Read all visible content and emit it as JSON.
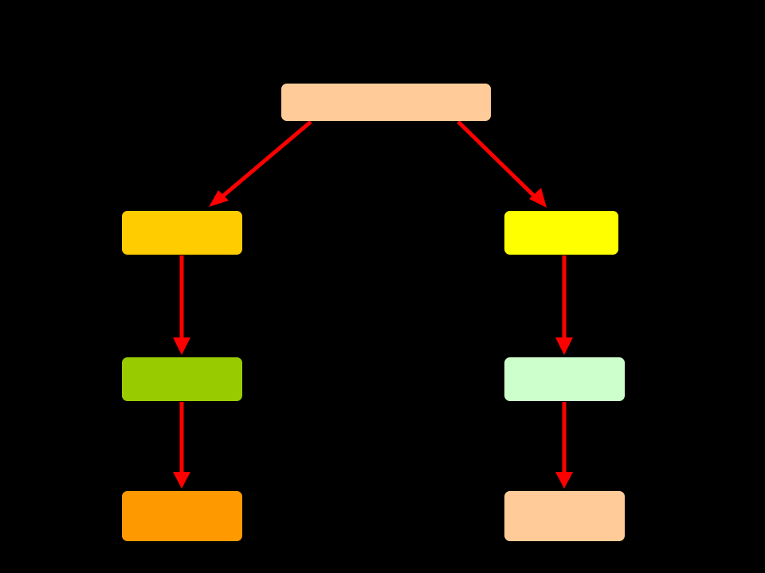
{
  "diagram": {
    "background_color": "#000000",
    "arrow_color": "#ff0000",
    "nodes": [
      {
        "id": "root",
        "label": "",
        "color": "#ffcc99"
      },
      {
        "id": "left-1",
        "label": "",
        "color": "#ffcc00"
      },
      {
        "id": "right-1",
        "label": "",
        "color": "#ffff00"
      },
      {
        "id": "left-2",
        "label": "",
        "color": "#99cc00"
      },
      {
        "id": "right-2",
        "label": "",
        "color": "#ccffcc"
      },
      {
        "id": "left-3",
        "label": "",
        "color": "#ff9900"
      },
      {
        "id": "right-3",
        "label": "",
        "color": "#ffcc99"
      }
    ],
    "edges": [
      {
        "from": "root",
        "to": "left-1"
      },
      {
        "from": "root",
        "to": "right-1"
      },
      {
        "from": "left-1",
        "to": "left-2"
      },
      {
        "from": "left-2",
        "to": "left-3"
      },
      {
        "from": "right-1",
        "to": "right-2"
      },
      {
        "from": "right-2",
        "to": "right-3"
      }
    ]
  }
}
